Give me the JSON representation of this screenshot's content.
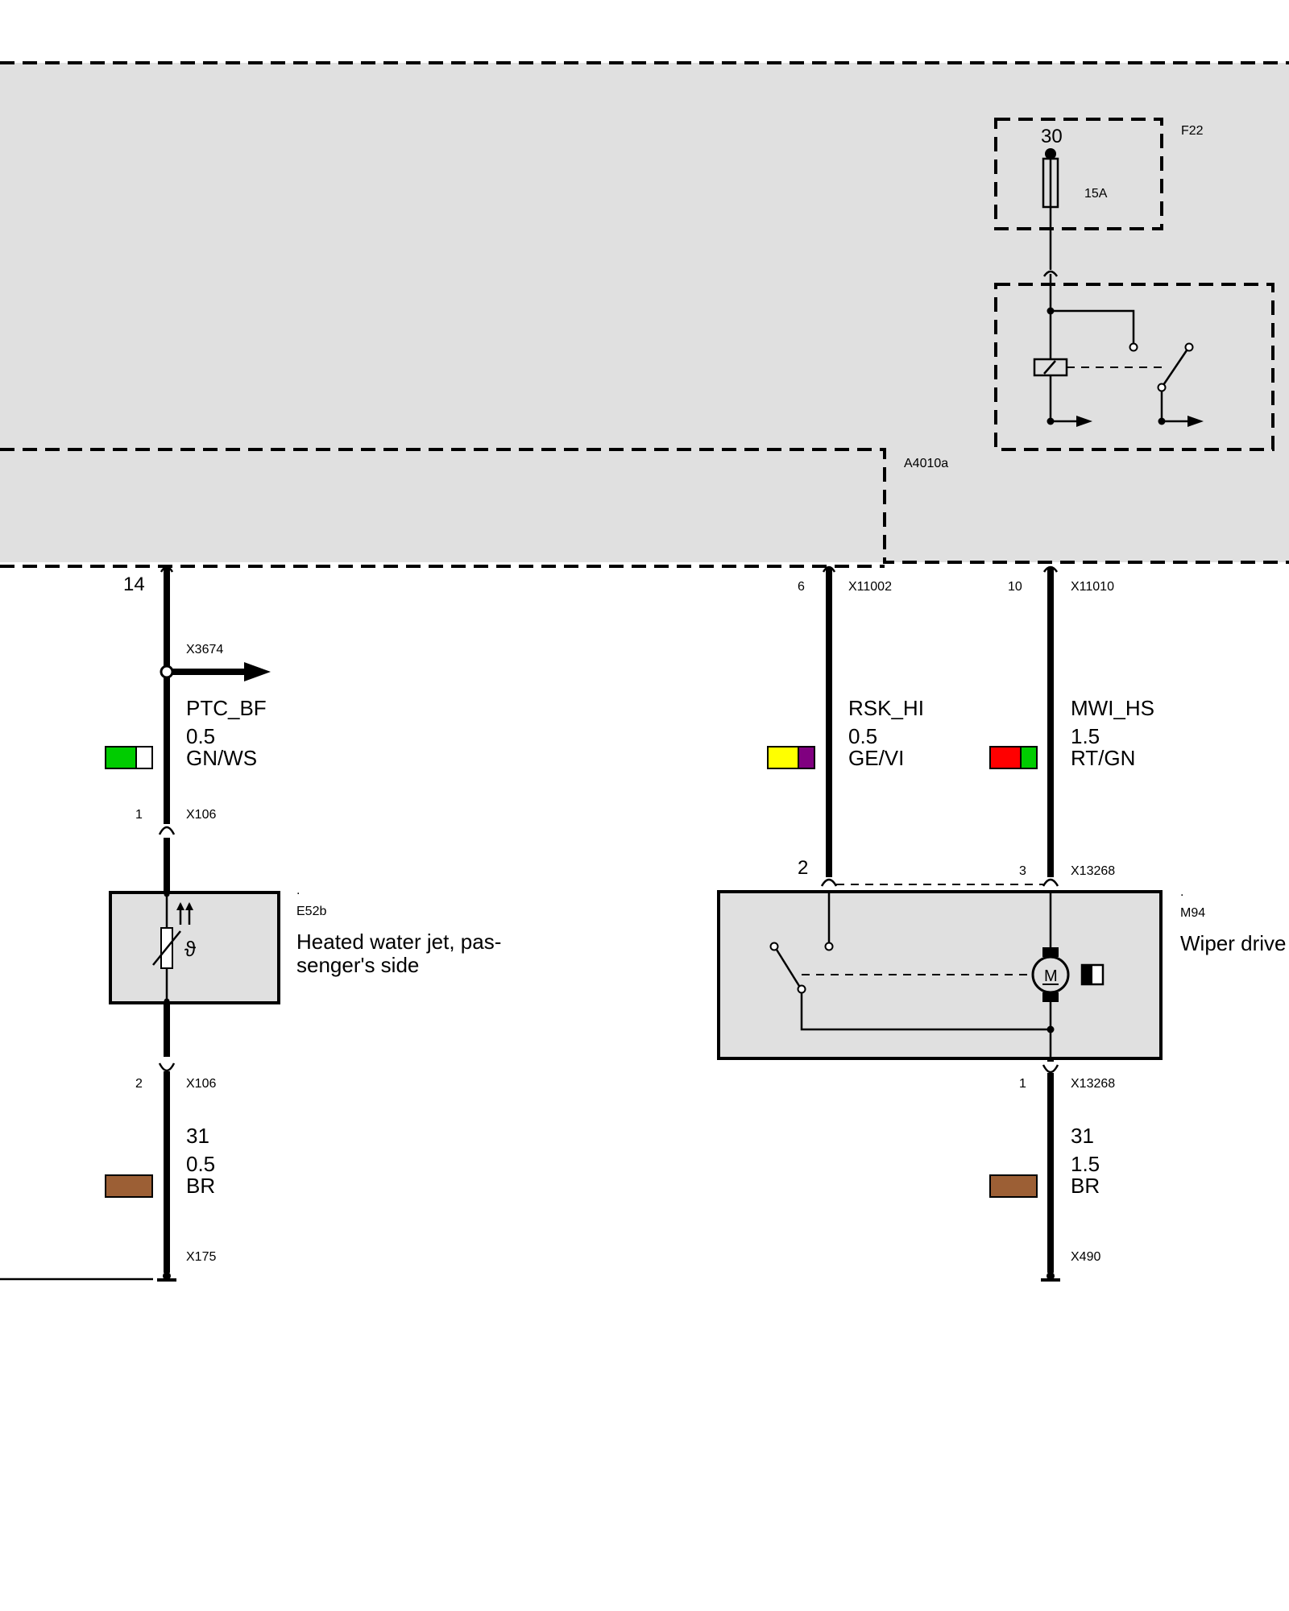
{
  "modules": {
    "control_unit": {
      "label": "A4010a"
    },
    "fuse": {
      "label": "F22",
      "terminal": "30",
      "rating": "15A"
    }
  },
  "wires": [
    {
      "id": "ptc",
      "pin_top": "14",
      "conn_top": "",
      "splice": "X3674",
      "signal": "PTC_BF",
      "cross_section": "0.5",
      "color_code": "GN/WS",
      "swatch": [
        "#00cc00",
        "#ffffff"
      ],
      "pin_bottom": "1",
      "conn_bottom": "X106"
    },
    {
      "id": "rsk",
      "pin_top": "6",
      "conn_top": "X11002",
      "signal": "RSK_HI",
      "cross_section": "0.5",
      "color_code": "GE/VI",
      "swatch": [
        "#ffff00",
        "#800080"
      ],
      "pin_bottom": "2",
      "conn_bottom": ""
    },
    {
      "id": "mwi",
      "pin_top": "10",
      "conn_top": "X11010",
      "signal": "MWI_HS",
      "cross_section": "1.5",
      "color_code": "RT/GN",
      "swatch": [
        "#ff0000",
        "#00cc00"
      ],
      "pin_bottom": "3",
      "conn_bottom": "X13268"
    }
  ],
  "components": [
    {
      "id": "E52b",
      "dot": ".",
      "code": "E52b",
      "name_line1": "Heated water jet, pas-",
      "name_line2": "senger's side"
    },
    {
      "id": "M94",
      "dot": ".",
      "code": "M94",
      "name_line1": "Wiper drive",
      "motor_letter": "M"
    }
  ],
  "grounds": [
    {
      "id": "g1",
      "pin": "2",
      "conn": "X106",
      "terminal": "31",
      "cross_section": "0.5",
      "color_code": "BR",
      "swatch": "#9c5f35",
      "ground_point": "X175"
    },
    {
      "id": "g2",
      "pin": "1",
      "conn": "X13268",
      "terminal": "31",
      "cross_section": "1.5",
      "color_code": "BR",
      "swatch": "#9c5f35",
      "ground_point": "X490"
    }
  ],
  "colors": {
    "module_fill": "#e0e0e0",
    "line": "#000000"
  }
}
